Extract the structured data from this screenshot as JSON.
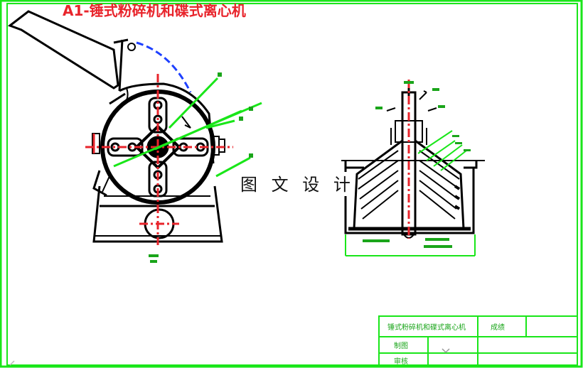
{
  "title": "A1-锤式粉碎机和碟式离心机",
  "watermark": "图 文 设 计",
  "title_block": {
    "name": "锤式粉碎机和碟式离心机",
    "grade_label": "成绩",
    "drawn_label": "制图",
    "checked_label": "审核"
  },
  "colors": {
    "frame": "#19e619",
    "drawing": "#000000",
    "centerline": "#e8242b",
    "leader": "#19e619",
    "hidden": "#1e40ff"
  }
}
